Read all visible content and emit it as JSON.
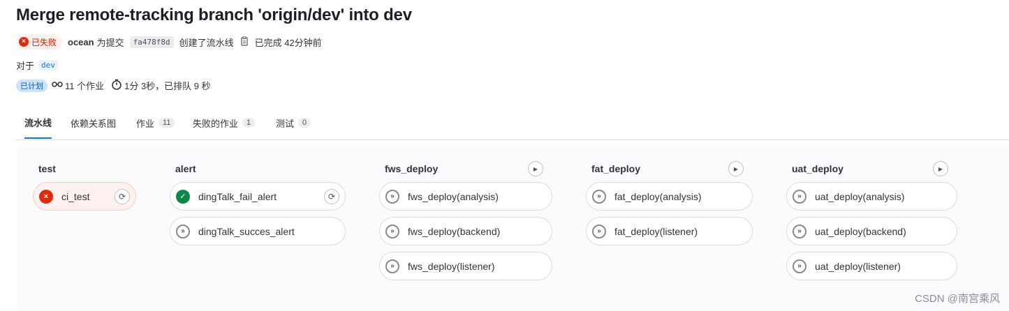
{
  "header": {
    "title": "Merge remote-tracking branch 'origin/dev' into dev",
    "status_label": "已失败",
    "author": "ocean",
    "for_commit_text": "为提交",
    "commit_sha": "fa478f8d",
    "created_text": "创建了流水线",
    "finished_text": "已完成 42分钟前",
    "for_ref_text": "对于",
    "ref": "dev",
    "scheduled_label": "已计划",
    "jobs_text": "11 个作业",
    "duration_text": "1分 3秒，已排队 9 秒"
  },
  "tabs": [
    {
      "label": "流水线",
      "count": null
    },
    {
      "label": "依赖关系图",
      "count": null
    },
    {
      "label": "作业",
      "count": "11"
    },
    {
      "label": "失败的作业",
      "count": "1"
    },
    {
      "label": "测试",
      "count": "0"
    }
  ],
  "stages": [
    {
      "name": "test",
      "jobs": [
        {
          "name": "ci_test",
          "status": "failed"
        }
      ]
    },
    {
      "name": "alert",
      "jobs": [
        {
          "name": "dingTalk_fail_alert",
          "status": "success"
        },
        {
          "name": "dingTalk_succes_alert",
          "status": "manual"
        }
      ]
    },
    {
      "name": "fws_deploy",
      "jobs": [
        {
          "name": "fws_deploy(analysis)",
          "status": "manual"
        },
        {
          "name": "fws_deploy(backend)",
          "status": "manual"
        },
        {
          "name": "fws_deploy(listener)",
          "status": "manual"
        }
      ]
    },
    {
      "name": "fat_deploy",
      "jobs": [
        {
          "name": "fat_deploy(analysis)",
          "status": "manual"
        },
        {
          "name": "fat_deploy(listener)",
          "status": "manual"
        }
      ]
    },
    {
      "name": "uat_deploy",
      "jobs": [
        {
          "name": "uat_deploy(analysis)",
          "status": "manual"
        },
        {
          "name": "uat_deploy(backend)",
          "status": "manual"
        },
        {
          "name": "uat_deploy(listener)",
          "status": "manual"
        }
      ]
    }
  ],
  "icons": {
    "failed": "close-circle-icon",
    "success": "check-circle-icon",
    "manual": "manual-play-icon",
    "retry": "retry-icon",
    "play": "play-icon"
  },
  "colors": {
    "failed": "#dd2b0e",
    "success": "#108548",
    "accent": "#1f75cb"
  },
  "watermark": "CSDN @南宫乘风"
}
